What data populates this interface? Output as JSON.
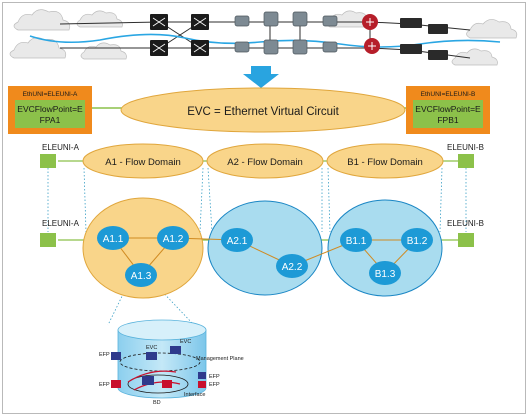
{
  "colors": {
    "orange_box": "#f08a1c",
    "green_inner": "#8cc14a",
    "yellow_ellipse": "#f9d58a",
    "yellow_stroke": "#e0a63c",
    "blue_node": "#1d9ad6",
    "light_blue_domain": "#a9dcef",
    "blue_stroke": "#1a86c4",
    "arrow_blue": "#29a4e0",
    "green_port": "#8cc14a",
    "dotted_line": "#3a9fc5"
  },
  "top_left_box": {
    "header": "EthUNI=ELEUNI-A",
    "line1": "EVCFlowPoint=E",
    "line2": "FPA1"
  },
  "top_right_box": {
    "header": "EthUNI=ELEUNI-B",
    "line1": "EVCFlowPoint=E",
    "line2": "FPB1"
  },
  "evc_label": "EVC = Ethernet Virtual Circuit",
  "flow_row": {
    "left_port_label": "ELEUNI-A",
    "right_port_label": "ELEUNI-B",
    "domains": [
      "A1 - Flow Domain",
      "A2 - Flow Domain",
      "B1 - Flow Domain"
    ]
  },
  "node_row": {
    "left_port_label": "ELEUNI-A",
    "right_port_label": "ELEUNI-B",
    "nodes": {
      "a11": "A1.1",
      "a12": "A1.2",
      "a13": "A1.3",
      "a21": "A2.1",
      "a22": "A2.2",
      "b11": "B1.1",
      "b12": "B1.2",
      "b13": "B1.3"
    }
  },
  "device_detail": {
    "evc_a": "EVC",
    "evc_b": "EVC",
    "management_plane": "Management Plane",
    "efp_top": "EFP",
    "efp_left": "EFP",
    "efp_right1": "EFP",
    "efp_right2": "EFP",
    "interface": "Interface",
    "bd": "BD"
  }
}
